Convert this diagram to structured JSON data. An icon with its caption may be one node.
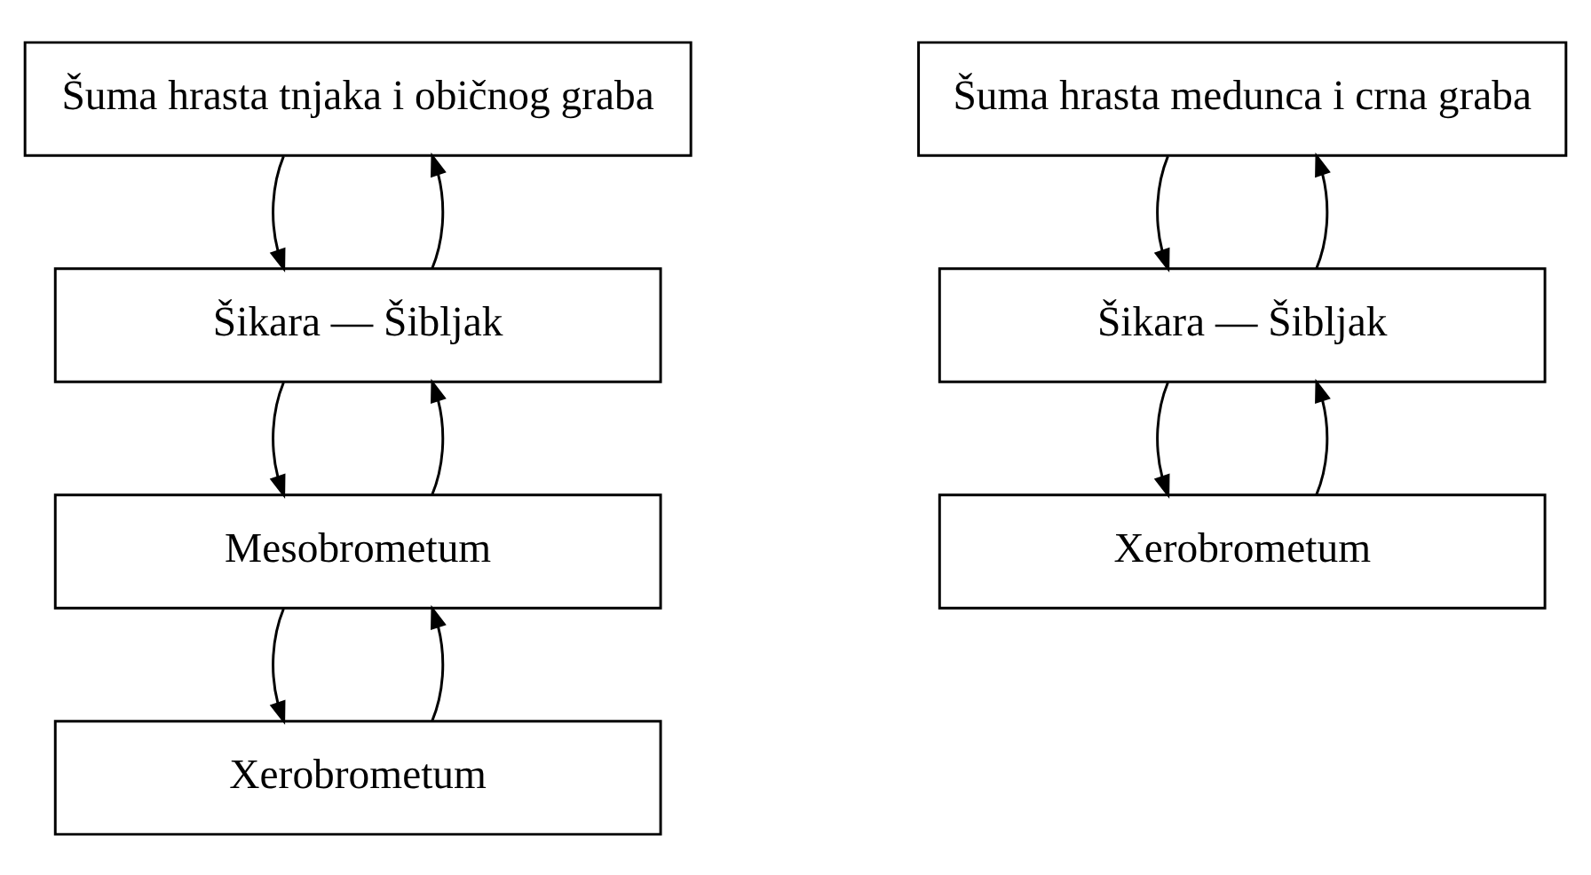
{
  "diagram": {
    "nodes": [
      {
        "text": [
          "Šuma hrasta tnjaka i običnog graba"
        ]
      },
      {
        "text": [
          "Šikara — Šibljak"
        ]
      },
      {
        "text": [
          "Mesobrometum"
        ]
      },
      {
        "text": [
          "Xerobrometum"
        ]
      },
      {
        "text": [
          "Šuma hrasta medunca i crna graba"
        ]
      },
      {
        "text": [
          "Šikara — Šibljak"
        ]
      },
      {
        "text": [
          "Xerobrometum"
        ]
      }
    ],
    "edges": [
      {
        "from": 0,
        "to": 1,
        "arrow": "to"
      },
      {
        "from": 1,
        "to": 0,
        "arrow": "to"
      },
      {
        "from": 1,
        "to": 2,
        "arrow": "to"
      },
      {
        "from": 2,
        "to": 1,
        "arrow": "to"
      },
      {
        "from": 2,
        "to": 3,
        "arrow": "to"
      },
      {
        "from": 3,
        "to": 2,
        "arrow": "to"
      },
      {
        "from": 4,
        "to": 5,
        "arrow": "to"
      },
      {
        "from": 5,
        "to": 4,
        "arrow": "to"
      },
      {
        "from": 5,
        "to": 6,
        "arrow": "to"
      },
      {
        "from": 6,
        "to": 5,
        "arrow": "to"
      }
    ]
  }
}
